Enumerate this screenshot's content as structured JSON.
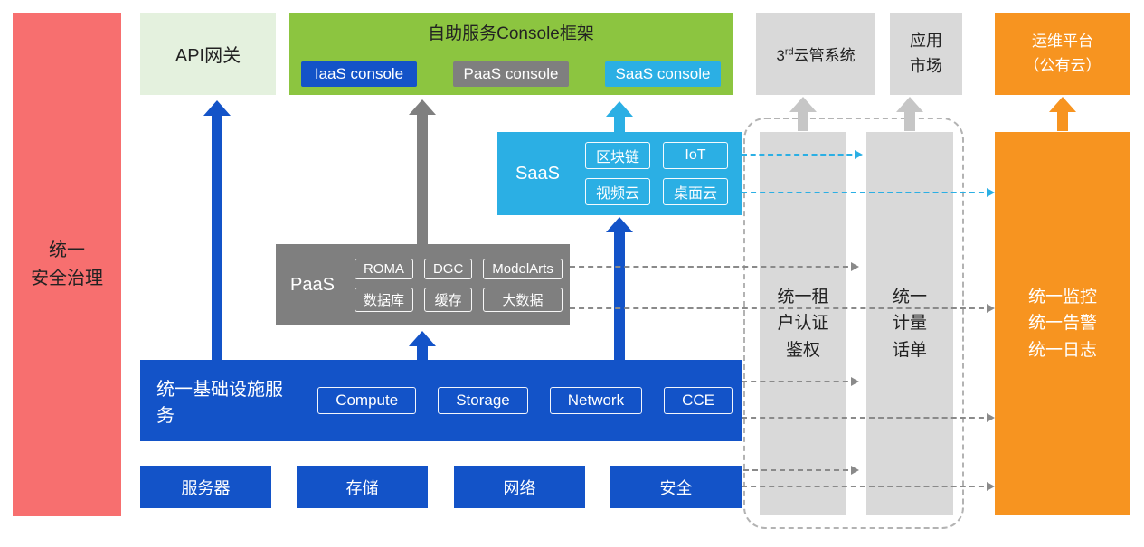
{
  "security_bar": {
    "label": "统一\n安全治理"
  },
  "api_gateway": {
    "label": "API网关"
  },
  "console_frame": {
    "title": "自助服务Console框架",
    "consoles": [
      {
        "label": "IaaS console"
      },
      {
        "label": "PaaS console"
      },
      {
        "label": "SaaS console"
      }
    ]
  },
  "third_cloud": {
    "prefix": "3",
    "sup": "rd",
    "suffix": "云管系统"
  },
  "app_market": {
    "label": "应用\n市场"
  },
  "ops_platform": {
    "label": "运维平台\n（公有云）"
  },
  "saas": {
    "label": "SaaS",
    "services": [
      {
        "label": "区块链"
      },
      {
        "label": "IoT"
      },
      {
        "label": "视频云"
      },
      {
        "label": "桌面云"
      }
    ]
  },
  "paas": {
    "label": "PaaS",
    "services": [
      {
        "label": "ROMA"
      },
      {
        "label": "DGC"
      },
      {
        "label": "ModelArts"
      },
      {
        "label": "数据库"
      },
      {
        "label": "缓存"
      },
      {
        "label": "大数据"
      }
    ]
  },
  "infrastructure": {
    "label": "统一基础设施服务",
    "services": [
      {
        "label": "Compute"
      },
      {
        "label": "Storage"
      },
      {
        "label": "Network"
      },
      {
        "label": "CCE"
      }
    ]
  },
  "hardware": [
    {
      "label": "服务器"
    },
    {
      "label": "存储"
    },
    {
      "label": "网络"
    },
    {
      "label": "安全"
    }
  ],
  "auth_bar": {
    "label": "统一租\n户认证\n鉴权"
  },
  "billing_bar": {
    "label": "统一\n计量\n话单"
  },
  "monitor_bar": {
    "label": "统一监控\n统一告警\n统一日志"
  },
  "colors": {
    "blue": "#1353C8",
    "gray": "#7F7F7F",
    "cyan": "#2BAFE4",
    "green": "#8CC540",
    "light_green": "#E4F1DE",
    "light_gray": "#D9D9D9",
    "orange": "#F79420",
    "red": "#F76F6F"
  }
}
